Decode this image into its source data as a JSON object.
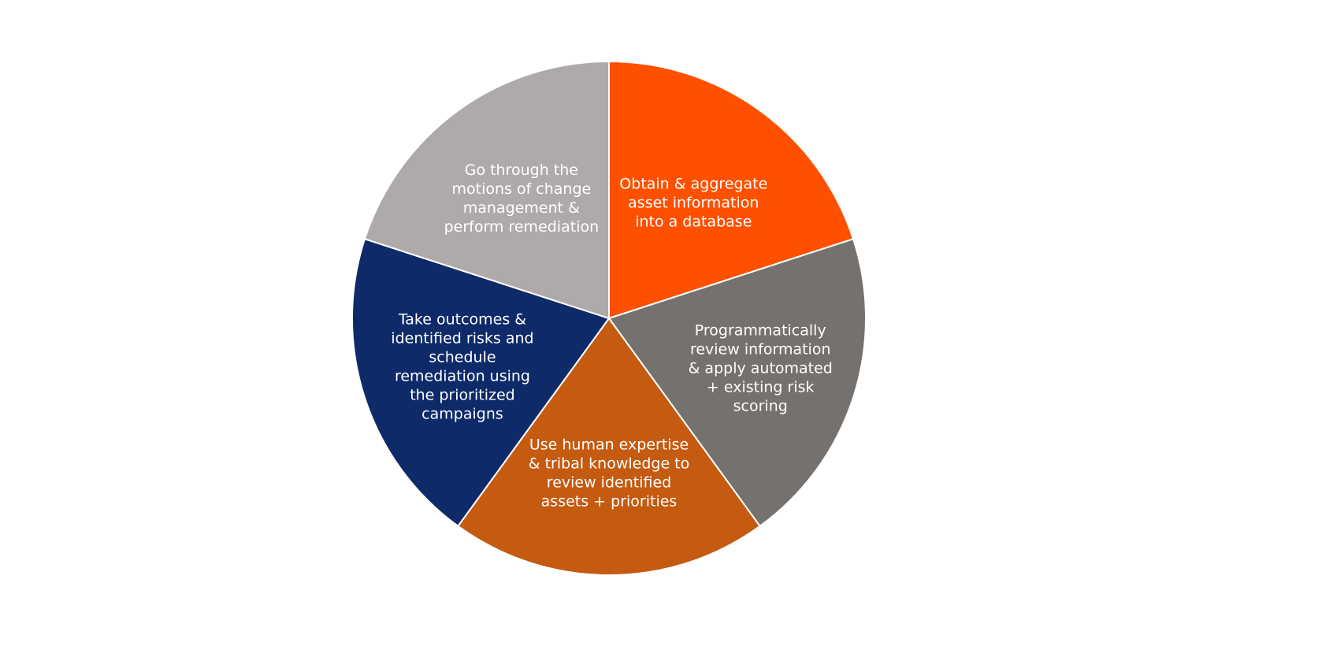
{
  "slices": [
    {
      "value": 20,
      "color": "#FF5000",
      "lines": [
        "Obtain & aggregate",
        "asset information",
        "into a database"
      ]
    },
    {
      "value": 20,
      "color": "#75716F",
      "lines": [
        "Programmatically",
        "review information",
        "& apply automated",
        "+ existing risk",
        "scoring"
      ]
    },
    {
      "value": 20,
      "color": "#C55A11",
      "lines": [
        "Use human expertise",
        "& tribal knowledge to",
        "review identified",
        "assets + priorities"
      ]
    },
    {
      "value": 20,
      "color": "#0E2A69",
      "lines": [
        "Take outcomes &",
        "identified risks and",
        "schedule",
        "remediation using",
        "the prioritized",
        "campaigns"
      ]
    },
    {
      "value": 20,
      "color": "#AEAAA9",
      "lines": [
        "Go through the",
        "motions of change",
        "management &",
        "perform remediation"
      ]
    }
  ]
}
